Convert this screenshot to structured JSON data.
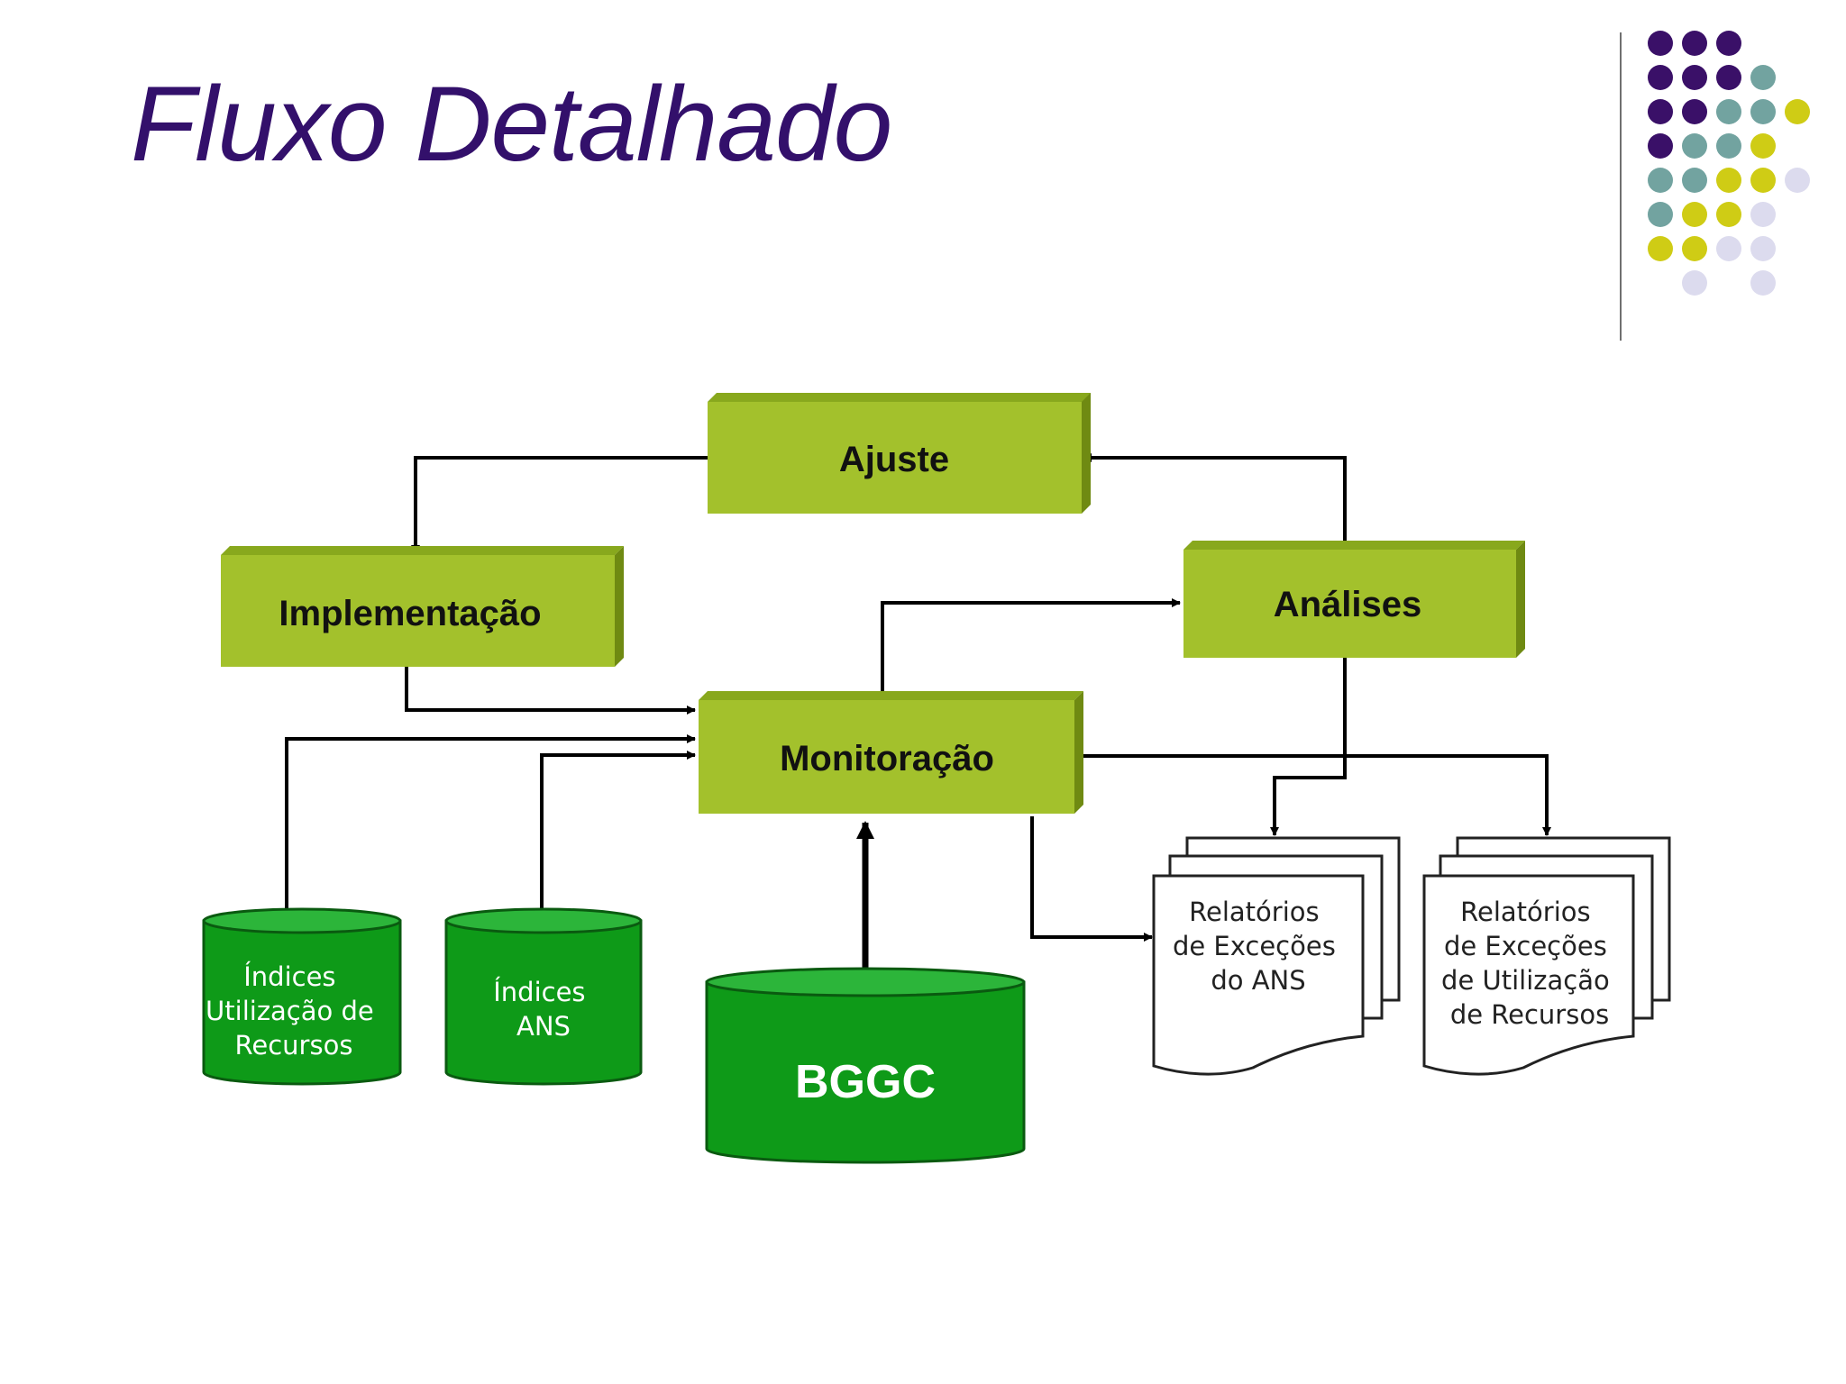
{
  "slide": {
    "title": "Fluxo Detalhado"
  },
  "colors": {
    "title": "#33106b",
    "process_fill": "#a3c12c",
    "database_fill": "#0e9a18",
    "dot_purple": "#3a1068",
    "dot_teal": "#72a3a0",
    "dot_olive": "#cfcc15",
    "dot_lavender": "#dcdbee"
  },
  "diagram": {
    "processes": {
      "ajuste": "Ajuste",
      "implementacao": "Implementação",
      "analises": "Análises",
      "monitoracao": "Monitoração"
    },
    "databases": {
      "indices_recursos": [
        "Índices",
        "Utilização de",
        "Recursos"
      ],
      "indices_ans": [
        "Índices",
        "ANS"
      ],
      "bggc": "BGGC"
    },
    "reports": {
      "excecoes_ans": [
        "Relatórios",
        "de  Exceções",
        "do ANS"
      ],
      "excecoes_recursos": [
        "Relatórios",
        "de  Exceções",
        "de Utilização",
        "de Recursos"
      ]
    }
  }
}
